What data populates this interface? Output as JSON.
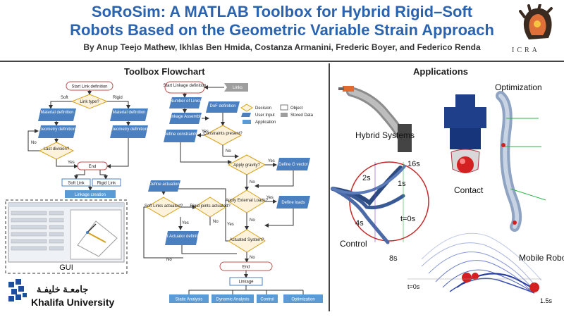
{
  "header": {
    "title_line1": "SoRoSim: A MATLAB Toolbox for Hybrid Rigid–Soft",
    "title_line2": "Robots Based on the Geometric Variable Strain Approach",
    "authors": "By Anup Teejo Mathew, Ikhlas Ben Hmida, Costanza Armanini, Frederic Boyer, and Federico Renda",
    "conference_logo_text": "ICRA"
  },
  "left": {
    "section_title": "Toolbox Flowchart",
    "link_flow": {
      "start": "Start Link definition",
      "link_type": "Link type?",
      "soft": "Soft",
      "rigid": "Rigid",
      "material_soft": "Material definition",
      "material_rigid": "Material definition",
      "geometry_soft": "Geometry definition",
      "geometry_rigid": "Geometry definition",
      "last_division": "Last division?",
      "no": "No",
      "yes": "Yes",
      "end": "End",
      "soft_link": "Soft Link",
      "rigid_link": "Rigid Link",
      "linkage_creation": "Linkage creation"
    },
    "gui_label": "GUI",
    "university_arabic": "جامعـة خليفـة",
    "university_name": "Khalifa University"
  },
  "middle": {
    "start_linkage": "Start Linkage definition",
    "links": "Links",
    "number_of_links": "Number of Links",
    "linkage_assembly": "Linkage Assembly",
    "dof_definition": "DoF definition",
    "define_constraints": "Define constraints",
    "constraints_present": "Constraints present?",
    "apply_gravity": "Apply gravity?",
    "define_g_vector": "Define G vector",
    "apply_external_loads": "Apply External Loads?",
    "define_loads": "Define loads",
    "define_actuation": "Define actuation",
    "soft_links_actuated": "Soft Links actuated?",
    "rigid_joints_actuated": "Rigid joints actuated?",
    "soft_actuator_definition": "Soft Actuator definition",
    "actuated_system": "Actuated System?",
    "end": "End",
    "linkage": "Linkage",
    "yes": "Yes",
    "no": "No",
    "legend": {
      "decision": "Decision",
      "object": "Object",
      "user_input": "User Input",
      "stored_data": "Stored Data",
      "application": "Application"
    },
    "applications": [
      "Static Analysis",
      "Dynamic Analysis",
      "Control",
      "Optimization"
    ]
  },
  "right": {
    "section_title": "Applications",
    "hybrid_systems": "Hybrid Systems",
    "contact": "Contact",
    "optimization": "Optimization",
    "control": "Control",
    "mobile_robots": "Mobile Robots",
    "times": {
      "t16": "16s",
      "t2": "2s",
      "t1": "1s",
      "t4": "4s",
      "t0": "t=0s",
      "t8": "8s",
      "t0b": "t=0s",
      "t15": "1.5s"
    }
  },
  "colors": {
    "title_blue": "#2a63b0",
    "box_blue": "#4a7fc0",
    "box_red": "#c0504d",
    "decision_fill": "#fdf3dc",
    "decision_stroke": "#d4a017",
    "app_blue": "#5b9bd5"
  }
}
